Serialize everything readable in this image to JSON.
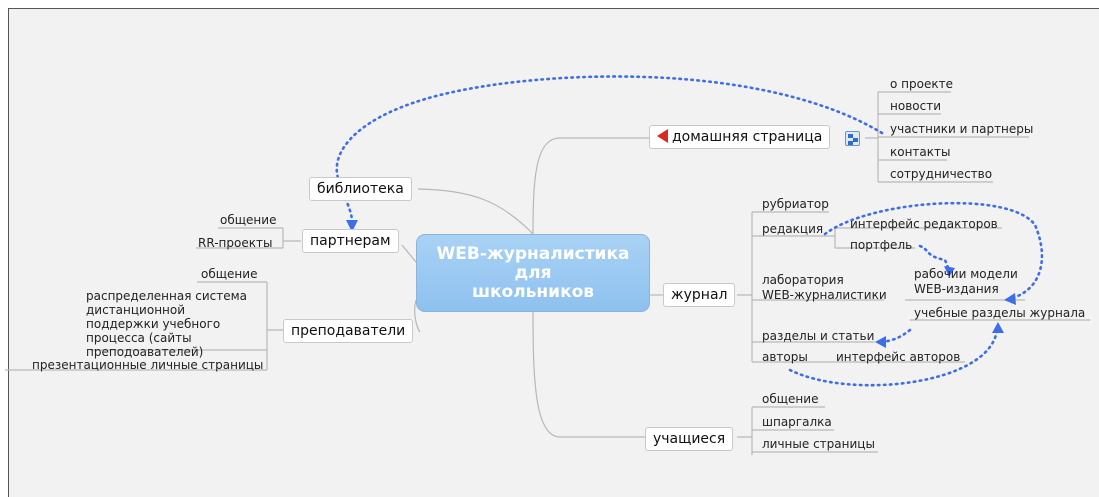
{
  "center": {
    "line1": "WEB-журналистика",
    "line2": "для",
    "line3": "школьников"
  },
  "left": {
    "biblioteka": {
      "label": "библиотека"
    },
    "partneram": {
      "label": "партнерам",
      "children": [
        "общение",
        "RR-проекты"
      ]
    },
    "prepodavateli": {
      "label": "преподаватели",
      "children": [
        "общение",
        "распределенная система дистанционной поддержки учебного процесса (сайты преподоавателей)",
        "презентационные личные страницы"
      ]
    }
  },
  "right": {
    "home": {
      "label": "домашняя страница",
      "children": [
        "о проекте",
        "новости",
        "участники и партнеры",
        "контакты",
        "сотрудничество"
      ]
    },
    "journal": {
      "label": "журнал",
      "children": {
        "rubricator": "рубриатор",
        "redaktsiya": "редакция",
        "interface_editors": "интерфейс редакторов",
        "portfolio": "портфель",
        "lab_line1": "лаборатория",
        "lab_line2": "WEB-журналистики",
        "models_line1": "рабочии модели",
        "models_line2": "WEB-издания",
        "sections": "разделы  и статьи",
        "edu_sections": "учебные разделы  журнала",
        "authors": "авторы",
        "interface_authors": "интерфейс авторов"
      }
    },
    "students": {
      "label": "учащиеся",
      "children": [
        "общение",
        "шпаргалка",
        "личные страницы"
      ]
    }
  },
  "colors": {
    "link": "#3d6ee8",
    "branch": "#b5b5b5",
    "central": "#9ccbf3",
    "icon": "#d62b1f"
  },
  "icons": {
    "home": "red-arrow-icon",
    "map": "mindmap-icon"
  }
}
